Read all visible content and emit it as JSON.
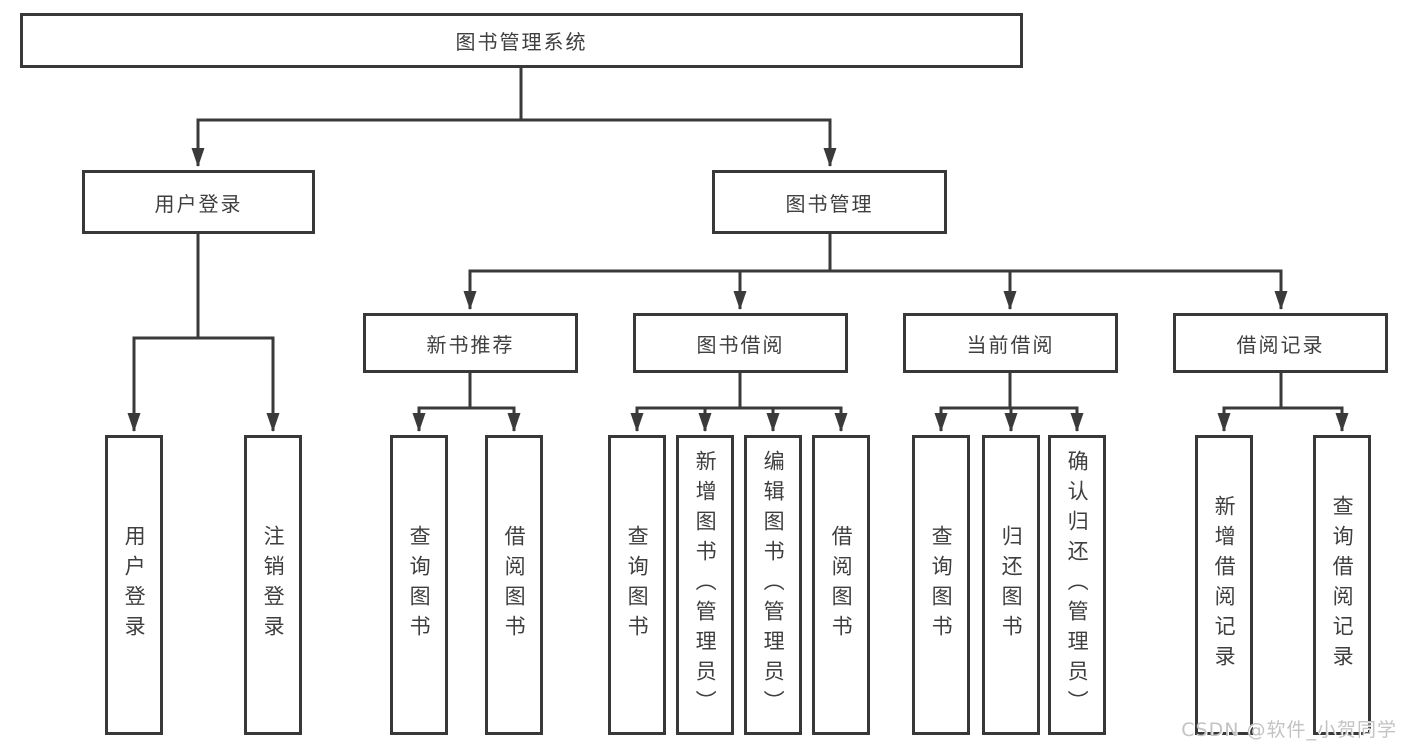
{
  "diagram": {
    "type": "hierarchy-tree",
    "colors": {
      "line": "#3a3a3a",
      "text": "#3f3f3f",
      "background": "#ffffff",
      "watermark": "#c3c3c3"
    }
  },
  "watermark": "CSDN @软件_小贺同学",
  "tree": {
    "label": "图书管理系统",
    "children": [
      {
        "label": "用户登录",
        "children": [
          {
            "label": "用户登录"
          },
          {
            "label": "注销登录"
          }
        ]
      },
      {
        "label": "图书管理",
        "children": [
          {
            "label": "新书推荐",
            "children": [
              {
                "label": "查询图书"
              },
              {
                "label": "借阅图书"
              }
            ]
          },
          {
            "label": "图书借阅",
            "children": [
              {
                "label": "查询图书"
              },
              {
                "label": "新增图书（管理员）"
              },
              {
                "label": "编辑图书（管理员）"
              },
              {
                "label": "借阅图书"
              }
            ]
          },
          {
            "label": "当前借阅",
            "children": [
              {
                "label": "查询图书"
              },
              {
                "label": "归还图书"
              },
              {
                "label": "确认归还（管理员）"
              }
            ]
          },
          {
            "label": "借阅记录",
            "children": [
              {
                "label": "新增借阅记录"
              },
              {
                "label": "查询借阅记录"
              }
            ]
          }
        ]
      }
    ]
  }
}
